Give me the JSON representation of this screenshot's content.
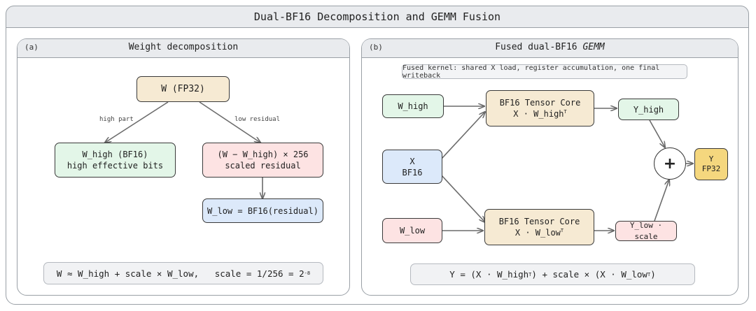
{
  "title": "Dual-BF16 Decomposition and GEMM Fusion",
  "panel_a": {
    "tag": "(a)",
    "title": "Weight decomposition",
    "w_fp32": "W (FP32)",
    "edge_high": "high part",
    "edge_low": "low residual",
    "w_high_line1": "W_high (BF16)",
    "w_high_line2": "high effective bits",
    "residual_line1": "(W − W_high) × 256",
    "residual_line2": "scaled residual",
    "w_low": "W_low = BF16(residual)",
    "formula_main": "W ≈ W_high + scale × W_low,   scale = 1/256 = 2",
    "formula_exp": "-8"
  },
  "panel_b": {
    "tag": "(b)",
    "title_prefix": "Fused dual-BF16 ",
    "title_italic": "GEMM",
    "note": "Fused kernel: shared X load, register accumulation, one final writeback",
    "w_high": "W_high",
    "w_low": "W_low",
    "x_line1": "X",
    "x_line2": "BF16",
    "tc_high_line1": "BF16 Tensor Core",
    "tc_high_line2": "X · W_high",
    "tc_low_line1": "BF16 Tensor Core",
    "tc_low_line2": "X · W_low",
    "transpose": "T",
    "y_high": "Y_high",
    "y_low_scale": "Y_low · scale",
    "plus": "+",
    "y_line1": "Y",
    "y_line2": "FP32",
    "formula_p1": "Y = (X · W_high",
    "formula_p2": ") + scale × (X · W_low",
    "formula_p3": ")"
  }
}
